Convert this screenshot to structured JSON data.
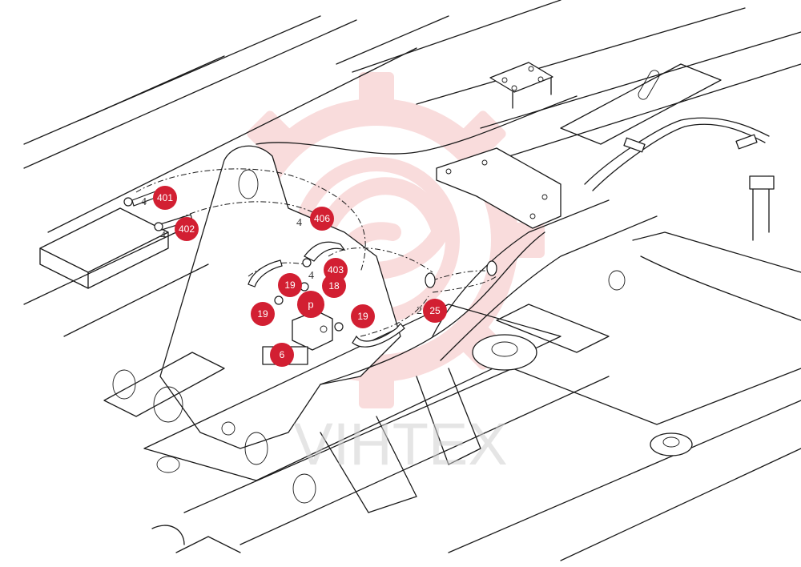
{
  "diagram": {
    "watermark": {
      "text": "VIHTEX",
      "gear_color": "#f2b6b6"
    },
    "accent_color": "#d21f32",
    "callouts": [
      {
        "id": "401",
        "label": "401"
      },
      {
        "id": "402",
        "label": "402"
      },
      {
        "id": "406",
        "label": "406"
      },
      {
        "id": "403",
        "label": "403"
      },
      {
        "id": "18a",
        "label": "18"
      },
      {
        "id": "19a",
        "label": "19"
      },
      {
        "id": "19b",
        "label": "19"
      },
      {
        "id": "19c",
        "label": "19"
      },
      {
        "id": "p",
        "label": "p"
      },
      {
        "id": "25",
        "label": "25"
      },
      {
        "id": "6",
        "label": "6"
      }
    ]
  }
}
